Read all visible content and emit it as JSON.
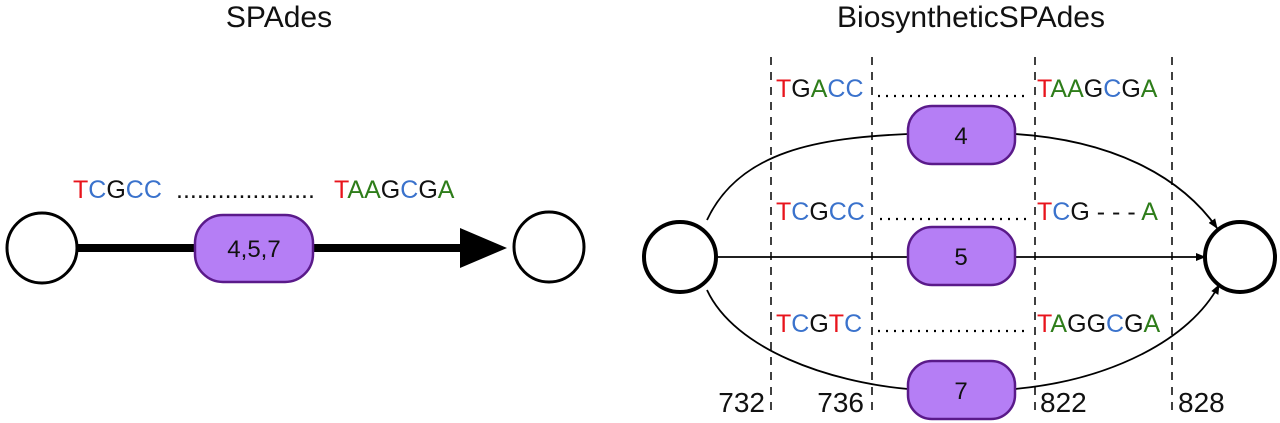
{
  "colors": {
    "T": "#e8141c",
    "C": "#3a72cc",
    "G": "#111111",
    "A": "#2e7d1a",
    "-": "#111111",
    "node_fill": "#b57ef5",
    "node_stroke": "#5a1a8a"
  },
  "spades": {
    "title": "SPAdes",
    "sequence": {
      "prefix": "TCGCC",
      "gap": "....................",
      "suffix": "TAAGCGA"
    },
    "edge_label": "4,5,7"
  },
  "biosynthetic": {
    "title": "BiosyntheticSPAdes",
    "paths": [
      {
        "label": "4",
        "prefix": "TGACC",
        "suffix": "TAAGCGA"
      },
      {
        "label": "5",
        "prefix": "TCGCC",
        "suffix": "TCG - - - A"
      },
      {
        "label": "7",
        "prefix": "TCGTC",
        "suffix": "TAGGCGA"
      }
    ],
    "positions": [
      "732",
      "736",
      "822",
      "828"
    ]
  }
}
